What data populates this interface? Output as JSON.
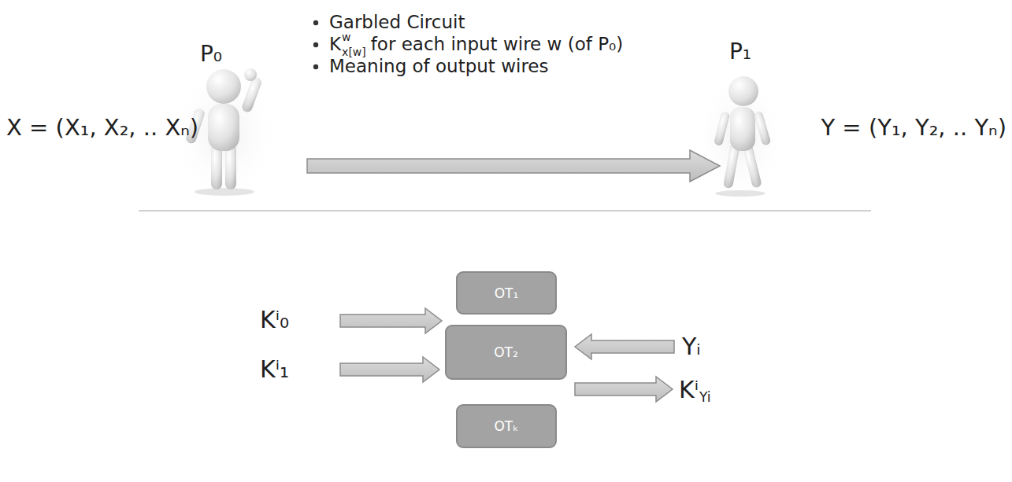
{
  "diagram": {
    "nodes": [
      {
        "text": [
          "OT₁"
        ]
      },
      {
        "text": [
          "OT₂"
        ]
      },
      {
        "text": [
          "OTₖ"
        ]
      }
    ],
    "labels": [
      "P₀",
      "X = (X₁, X₂, .. Xₙ)",
      "Garbled Circuit",
      "K",
      "w",
      "x[w]",
      "for each input wire w (of P₀)",
      "Meaning of output wires",
      "P₁",
      "Y = (Y₁, Y₂, .. Yₙ)",
      "Kⁱ₀",
      "Kⁱ₁",
      "Yᵢ",
      "Kⁱ",
      "Yi"
    ]
  }
}
